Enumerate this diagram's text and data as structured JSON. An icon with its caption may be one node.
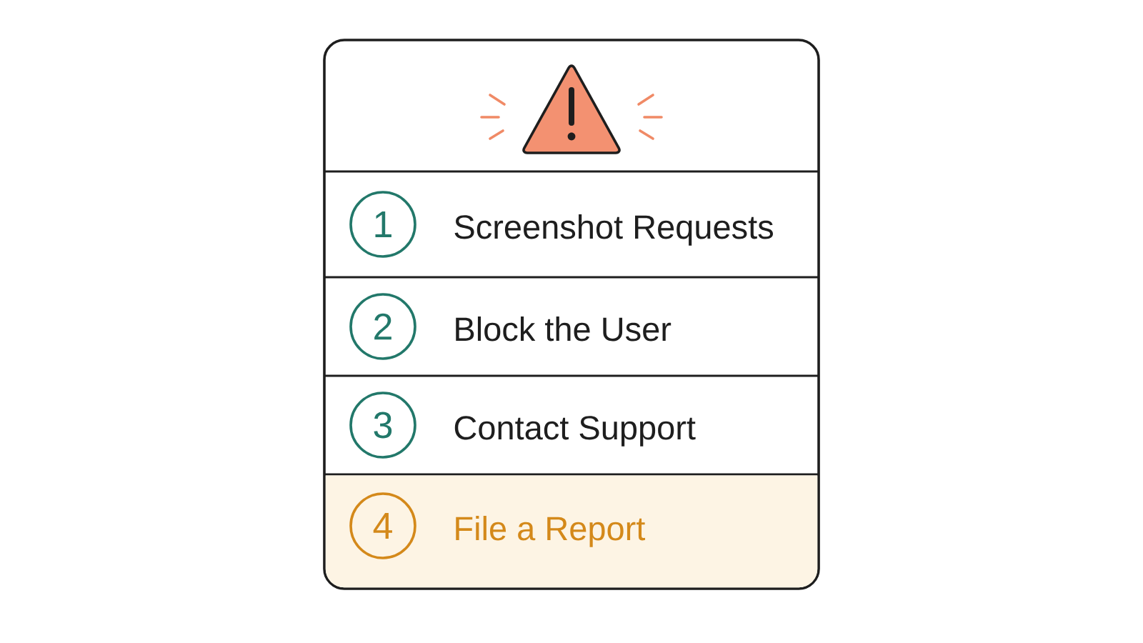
{
  "diagram": {
    "nodes": [
      {
        "text": [],
        "shape": "box"
      },
      {
        "text": [
          "Screenshot Requests"
        ],
        "in": 0
      },
      {
        "text": [
          "1"
        ],
        "in": 0
      },
      {
        "text": [
          "Block the User"
        ],
        "in": 0
      },
      {
        "text": [
          "2"
        ],
        "in": 0
      },
      {
        "text": [
          "Contact Support"
        ],
        "in": 0
      },
      {
        "text": [
          "3"
        ],
        "in": 0
      },
      {
        "text": [
          "File a Report"
        ],
        "in": 0
      },
      {
        "text": [
          "4"
        ],
        "in": 7
      }
    ]
  }
}
